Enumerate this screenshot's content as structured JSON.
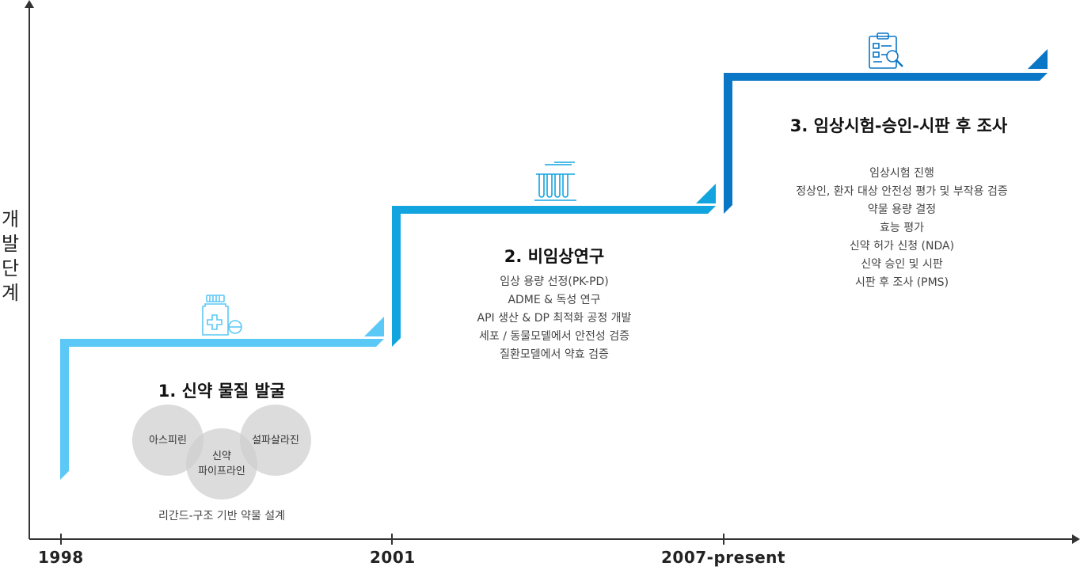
{
  "y_axis_label": [
    "개",
    "발",
    "단",
    "계"
  ],
  "timeline": [
    "1998",
    "2001",
    "2007-present"
  ],
  "colors": {
    "stage1": "#5bc8f5",
    "stage2": "#12a4df",
    "stage3": "#0a76c6",
    "axis": "#333333"
  },
  "stages": [
    {
      "title": "1. 신약 물질 발굴",
      "icon": "medicine-bottle-icon",
      "circles": [
        "아스피린",
        "신약\n파이프라인",
        "설파살라진"
      ],
      "caption": "리간드-구조 기반 약물 설계"
    },
    {
      "title": "2. 비임상연구",
      "icon": "test-tubes-icon",
      "items": [
        "임상 용량 선정(PK-PD)",
        "ADME & 독성 연구",
        "API 생산 & DP 최적화 공정 개발",
        "세포 / 동물모델에서 안전성 검증",
        "질환모델에서 약효 검증"
      ]
    },
    {
      "title": "3. 임상시험-승인-시판 후 조사",
      "icon": "clipboard-search-icon",
      "items": [
        "임상시험 진행",
        "정상인, 환자 대상 안전성 평가 및 부작용 검증",
        "약물 용량 결정",
        "효능 평가",
        "신약 허가 신청 (NDA)",
        "신약 승인 및 시판",
        "시판 후 조사 (PMS)"
      ]
    }
  ]
}
